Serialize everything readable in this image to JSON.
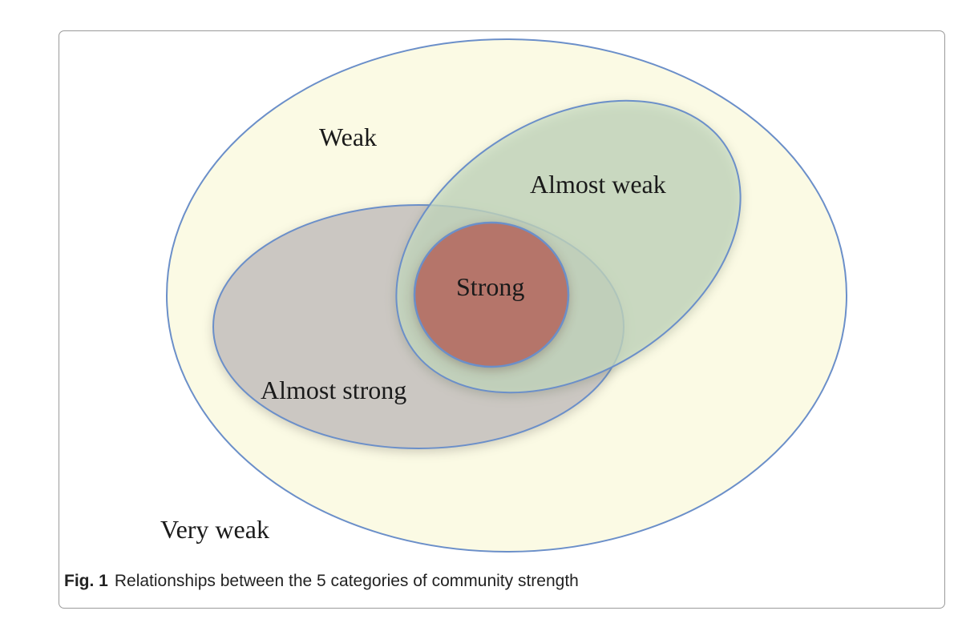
{
  "figure": {
    "caption_label": "Fig. 1",
    "caption_text": "Relationships between the 5 categories of community strength"
  },
  "diagram": {
    "labels": {
      "weak": "Weak",
      "almost_weak": "Almost weak",
      "strong": "Strong",
      "almost_strong": "Almost strong",
      "very_weak": "Very weak"
    },
    "colors": {
      "outline": "#6b8fc9",
      "weak_fill": "#fbfae4",
      "almost_weak_fill": "#c9dcc4",
      "almost_strong_fill": "#cbc7c2",
      "strong_fill": "#b5756a"
    }
  }
}
